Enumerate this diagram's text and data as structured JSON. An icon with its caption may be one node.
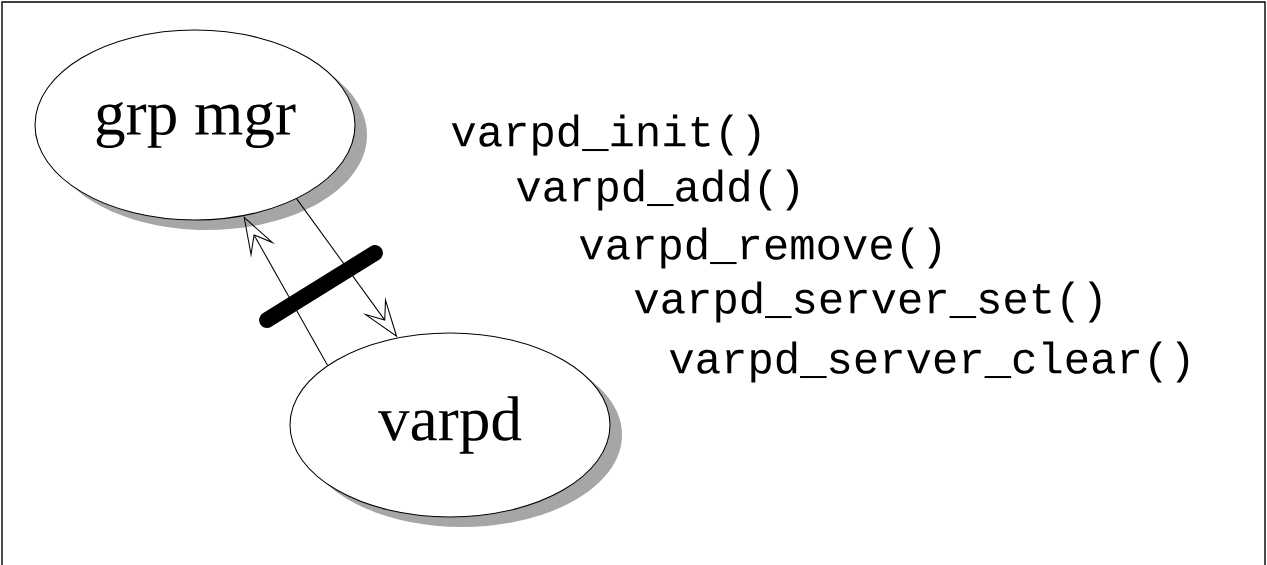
{
  "diagram": {
    "nodes": [
      {
        "text": [
          "grp mgr"
        ]
      },
      {
        "text": [
          "varpd"
        ]
      }
    ],
    "edges": [
      {
        "from": 1,
        "to": 0,
        "arrow": "to"
      },
      {
        "from": 0,
        "to": 1,
        "arrow": "to"
      }
    ],
    "labels": [
      "varpd_init()",
      "varpd_add()",
      "varpd_remove()",
      "varpd_server_set()",
      "varpd_server_clear()"
    ]
  }
}
